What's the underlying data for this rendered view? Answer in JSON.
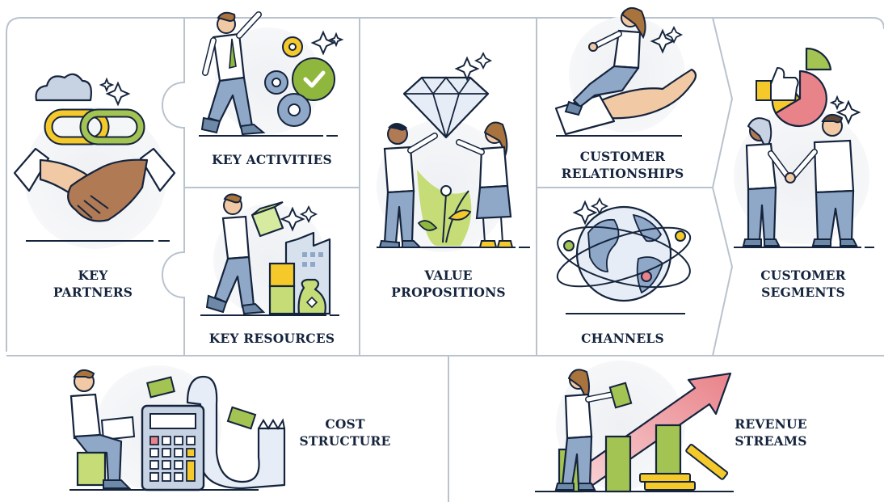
{
  "blocks": {
    "key_partners": {
      "line1": "KEY",
      "line2": "PARTNERS"
    },
    "key_activities": {
      "line1": "KEY ACTIVITIES"
    },
    "key_resources": {
      "line1": "KEY RESOURCES"
    },
    "value_propositions": {
      "line1": "VALUE",
      "line2": "PROPOSITIONS"
    },
    "customer_relationships": {
      "line1": "CUSTOMER",
      "line2": "RELATIONSHIPS"
    },
    "channels": {
      "line1": "CHANNELS"
    },
    "customer_segments": {
      "line1": "CUSTOMER",
      "line2": "SEGMENTS"
    },
    "cost_structure": {
      "line1": "COST",
      "line2": "STRUCTURE"
    },
    "revenue_streams": {
      "line1": "REVENUE",
      "line2": "STREAMS"
    }
  },
  "colors": {
    "outline": "#15243d",
    "frame": "#b9c3cd",
    "green": "#8fb73e",
    "light_green": "#c5dc77",
    "yellow": "#f5c92a",
    "red": "#e9838a",
    "blue": "#8fa8c8",
    "skin_light": "#f2c9a5",
    "skin_dark": "#b07a55",
    "hair_brown": "#a8733c",
    "circle_bg": "#eef0f3"
  }
}
